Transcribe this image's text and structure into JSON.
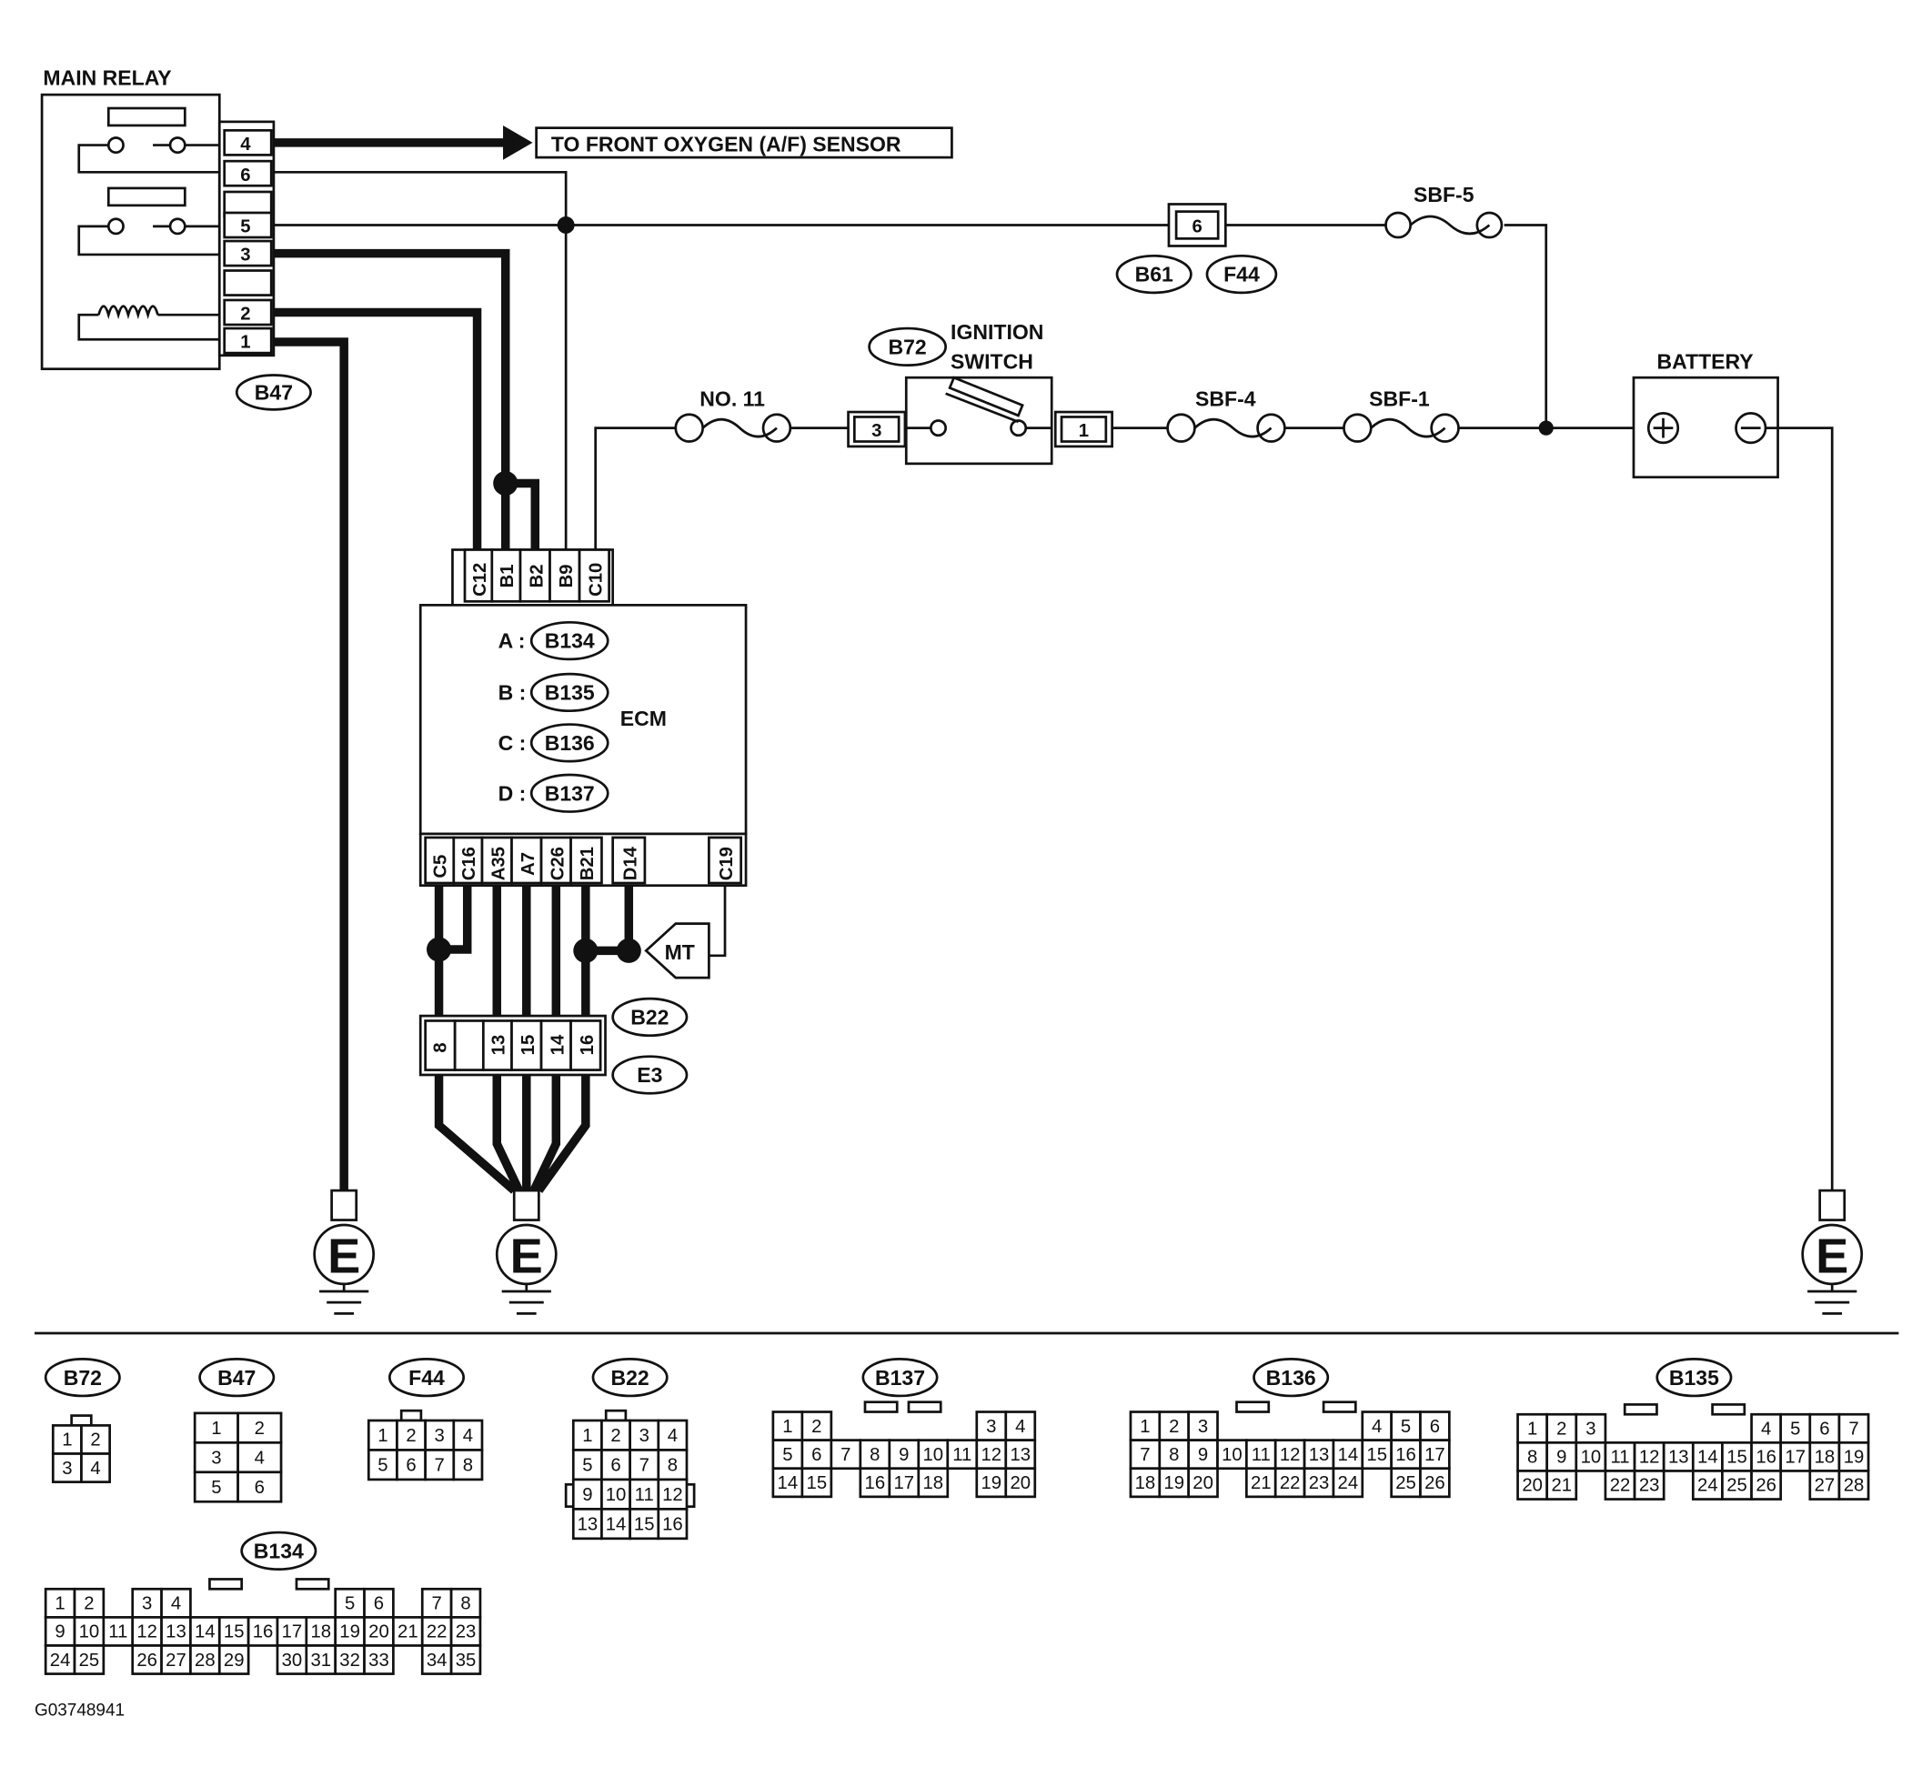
{
  "main_relay": {
    "title": "MAIN RELAY",
    "pins": [
      "4",
      "6",
      "5",
      "3",
      "2",
      "1"
    ],
    "connector": "B47",
    "arrow_label": "TO FRONT OXYGEN (A/F) SENSOR"
  },
  "power_supply": {
    "connector_b61_f44_pin": "6",
    "connector_b61": "B61",
    "connector_f44": "F44",
    "fuse_sbf5": "SBF-5",
    "fuse_sbf4": "SBF-4",
    "fuse_sbf1": "SBF-1",
    "fuse_no11": "NO. 11",
    "battery": "BATTERY",
    "battery_pos": "+",
    "battery_neg": "−"
  },
  "ignition_switch": {
    "connector": "B72",
    "line1": "IGNITION",
    "line2": "SWITCH",
    "pin_left": "3",
    "pin_right": "1"
  },
  "ecm": {
    "name": "ECM",
    "top_pins": [
      "C12",
      "B1",
      "B2",
      "B9",
      "C10"
    ],
    "bottom_pins": [
      "C5",
      "C16",
      "A35",
      "A7",
      "C26",
      "B21",
      "D14",
      "C19"
    ],
    "connectors": [
      {
        "letter": "A :",
        "code": "B134"
      },
      {
        "letter": "B :",
        "code": "B135"
      },
      {
        "letter": "C :",
        "code": "B136"
      },
      {
        "letter": "D :",
        "code": "B137"
      }
    ],
    "mt_label": "MT"
  },
  "joint_connector": {
    "pins": [
      "8",
      "",
      "13",
      "15",
      "14",
      "16"
    ],
    "code_a": "B22",
    "code_b": "E3"
  },
  "ground_symbol": "E",
  "connector_views": {
    "b72": {
      "code": "B72",
      "rows": [
        [
          "1",
          "2"
        ],
        [
          "3",
          "4"
        ]
      ]
    },
    "b47": {
      "code": "B47",
      "rows": [
        [
          "1",
          "2"
        ],
        [
          "3",
          "4"
        ],
        [
          "5",
          "6"
        ]
      ]
    },
    "f44": {
      "code": "F44",
      "rows": [
        [
          "1",
          "2",
          "3",
          "4"
        ],
        [
          "5",
          "6",
          "7",
          "8"
        ]
      ]
    },
    "b22": {
      "code": "B22",
      "rows": [
        [
          "1",
          "2",
          "3",
          "4"
        ],
        [
          "5",
          "6",
          "7",
          "8"
        ],
        [
          "9",
          "10",
          "11",
          "12"
        ],
        [
          "13",
          "14",
          "15",
          "16"
        ]
      ]
    },
    "b137": {
      "code": "B137",
      "rows": [
        [
          "1",
          "2",
          "",
          "",
          "",
          "",
          "",
          "3",
          "4"
        ],
        [
          "5",
          "6",
          "7",
          "8",
          "9",
          "10",
          "11",
          "12",
          "13"
        ],
        [
          "14",
          "15",
          "",
          "16",
          "17",
          "18",
          "",
          "19",
          "20"
        ]
      ]
    },
    "b136": {
      "code": "B136",
      "rows": [
        [
          "1",
          "2",
          "3",
          "",
          "",
          "",
          "",
          "",
          "4",
          "5",
          "6"
        ],
        [
          "7",
          "8",
          "9",
          "10",
          "11",
          "12",
          "13",
          "14",
          "15",
          "16",
          "17"
        ],
        [
          "18",
          "19",
          "20",
          "",
          "21",
          "22",
          "23",
          "24",
          "",
          "25",
          "26"
        ]
      ]
    },
    "b135": {
      "code": "B135",
      "rows": [
        [
          "1",
          "2",
          "3",
          "",
          "",
          "",
          "",
          "",
          "4",
          "5",
          "6",
          "7"
        ],
        [
          "8",
          "9",
          "10",
          "11",
          "12",
          "13",
          "14",
          "15",
          "16",
          "17",
          "18",
          "19"
        ],
        [
          "20",
          "21",
          "",
          "22",
          "23",
          "",
          "24",
          "25",
          "26",
          "",
          "27",
          "28"
        ]
      ]
    },
    "b134": {
      "code": "B134",
      "rows": [
        [
          "1",
          "2",
          "",
          "3",
          "4",
          "",
          "",
          "",
          "",
          "",
          "5",
          "6",
          "",
          "7",
          "8"
        ],
        [
          "9",
          "10",
          "11",
          "12",
          "13",
          "14",
          "15",
          "16",
          "17",
          "18",
          "19",
          "20",
          "21",
          "22",
          "23"
        ],
        [
          "24",
          "25",
          "",
          "26",
          "27",
          "28",
          "29",
          "",
          "30",
          "31",
          "32",
          "33",
          "",
          "34",
          "35"
        ]
      ]
    }
  },
  "figure_id": "G03748941"
}
